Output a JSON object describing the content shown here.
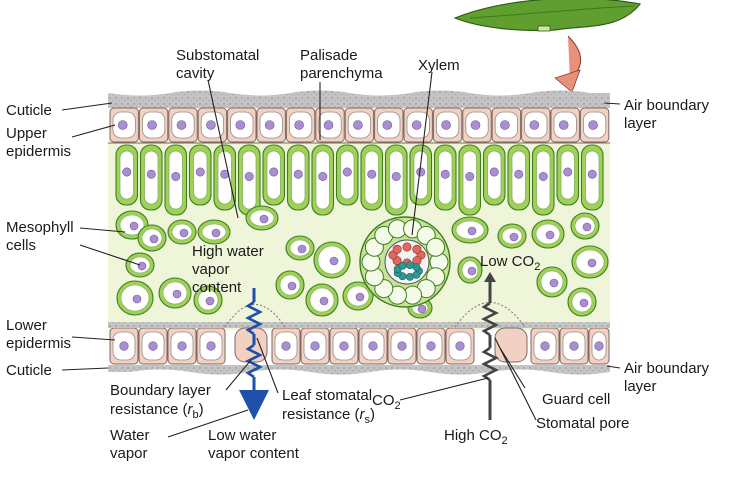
{
  "labels": {
    "cuticle_top": "Cuticle",
    "upper_epidermis_1": "Upper",
    "upper_epidermis_2": "epidermis",
    "substomatal_1": "Substomatal",
    "substomatal_2": "cavity",
    "palisade_1": "Palisade",
    "palisade_2": "parenchyma",
    "xylem": "Xylem",
    "air_boundary_top_1": "Air boundary",
    "air_boundary_top_2": "layer",
    "mesophyll_1": "Mesophyll",
    "mesophyll_2": "cells",
    "high_water_1": "High water",
    "high_water_2": "vapor",
    "high_water_3": "content",
    "low_co2_main": "Low CO",
    "low_co2_sub": "2",
    "lower_epidermis_1": "Lower",
    "lower_epidermis_2": "epidermis",
    "cuticle_bottom": "Cuticle",
    "boundary_res_1": "Boundary layer",
    "boundary_res_2": "resistance (",
    "boundary_res_r": "r",
    "boundary_res_sub": "b",
    "boundary_res_end": ")",
    "stomatal_res_1": "Leaf stomatal",
    "stomatal_res_2": "resistance (",
    "stomatal_res_r": "r",
    "stomatal_res_sub": "s",
    "stomatal_res_end": ")",
    "co2_main": "CO",
    "co2_sub": "2",
    "guard_cell": "Guard cell",
    "air_boundary_bottom_1": "Air boundary",
    "air_boundary_bottom_2": "layer",
    "water_vapor_1": "Water",
    "water_vapor_2": "vapor",
    "low_water_1": "Low water",
    "low_water_2": "vapor content",
    "high_co2_main": "High CO",
    "high_co2_sub": "2",
    "stomatal_pore": "Stomatal pore"
  },
  "colors": {
    "cuticle": "#c9c9c9",
    "epidermis_cell": "#f2d0c2",
    "epidermis_edge": "#7a6a66",
    "mesophyll_fill": "#9fd15a",
    "mesophyll_edge": "#3f7d1f",
    "cell_interior": "#ffffff",
    "nucleus": "#a98fd1",
    "intercellular": "#eef5d8",
    "water_arrow": "#1f4fa8",
    "co2_arrow": "#444444",
    "leaf": "#5f9e2f",
    "leaf_arrow": "#e8907a",
    "xylem_red": "#e2685d",
    "xylem_teal": "#2c9a93"
  }
}
